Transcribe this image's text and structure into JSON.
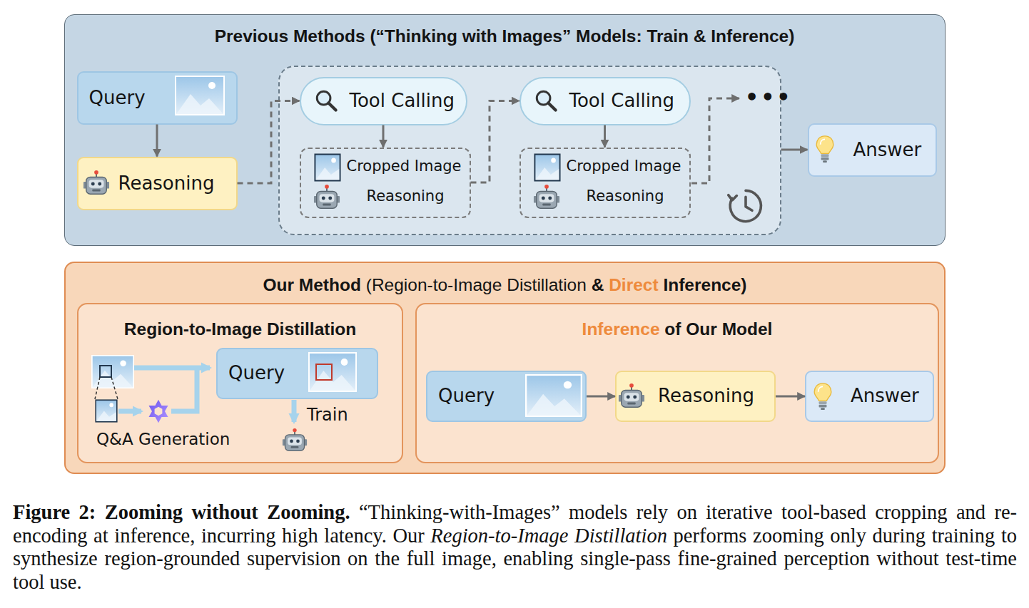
{
  "diagram": {
    "caption": "Figure 2: Zooming without Zooming. “Thinking-with-Images” models rely on iterative tool-based cropping and re-encoding at inference, incurring high latency. Our Region-to-Image Distillation performs zooming only during training to synthesize region-grounded supervision on the full image, enabling single-pass fine-grained perception without test-time tool use.",
    "nodes": [
      {
        "text": [
          "Previous Methods (“Thinking with Images” Models: Train & Inference)"
        ]
      },
      {
        "text": [
          "Query"
        ],
        "in": 0
      },
      {
        "text": [
          "Reasoning"
        ],
        "in": 0
      },
      {
        "text": [],
        "in": 0
      },
      {
        "text": [
          "Tool Calling"
        ],
        "in": 3
      },
      {
        "text": [
          "Cropped Image",
          "Reasoning"
        ],
        "in": 3
      },
      {
        "text": [
          "Tool Calling"
        ],
        "in": 3
      },
      {
        "text": [
          "Cropped Image",
          "Reasoning"
        ],
        "in": 3
      },
      {
        "text": [
          "Answer"
        ],
        "in": 0
      },
      {
        "text": [
          "Our Method (Region-to-Image Distillation & Direct Inference)"
        ]
      },
      {
        "text": [
          "Region-to-Image Distillation"
        ],
        "in": 9
      },
      {
        "text": [
          "Query"
        ],
        "in": 10
      },
      {
        "text": [
          "Inference of Our Model"
        ],
        "in": 9
      },
      {
        "text": [
          "Query"
        ],
        "in": 12
      },
      {
        "text": [
          "Reasoning"
        ],
        "in": 12
      },
      {
        "text": [
          "Answer"
        ],
        "in": 12
      }
    ],
    "edges": [
      {
        "from": 1,
        "to": 2,
        "arrow": "to"
      },
      {
        "from": 2,
        "to": 4,
        "arrow": "to"
      },
      {
        "from": 4,
        "to": 5,
        "arrow": "to"
      },
      {
        "from": 5,
        "to": 6,
        "arrow": "to"
      },
      {
        "from": 6,
        "to": 7,
        "arrow": "to"
      },
      {
        "from": 3,
        "to": 8,
        "arrow": "to"
      },
      {
        "from": 13,
        "to": 14,
        "arrow": "to"
      },
      {
        "from": 14,
        "to": 15,
        "arrow": "to"
      }
    ],
    "labels": [
      "•••",
      "Train",
      "Q&A Generation"
    ]
  }
}
